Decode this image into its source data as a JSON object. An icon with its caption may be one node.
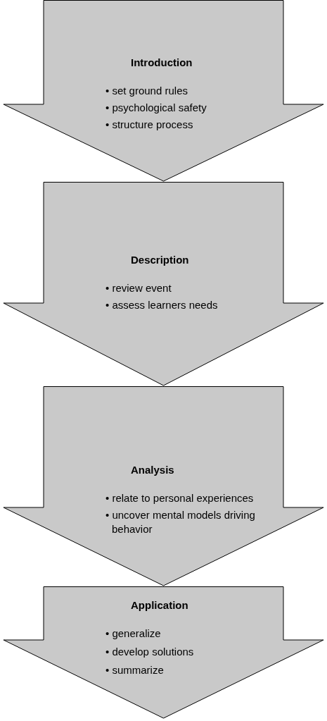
{
  "diagram": {
    "nodes": [
      {
        "text": [
          "Introduction",
          "• set ground rules",
          "• psychological safety",
          "• structure process"
        ]
      },
      {
        "text": [
          "Description",
          "• review event",
          "• assess learners needs"
        ]
      },
      {
        "text": [
          "Analysis",
          "• relate to personal experiences",
          "• uncover mental models driving behavior"
        ]
      },
      {
        "text": [
          "Application",
          "• generalize",
          "• develop solutions",
          "• summarize"
        ]
      }
    ]
  }
}
